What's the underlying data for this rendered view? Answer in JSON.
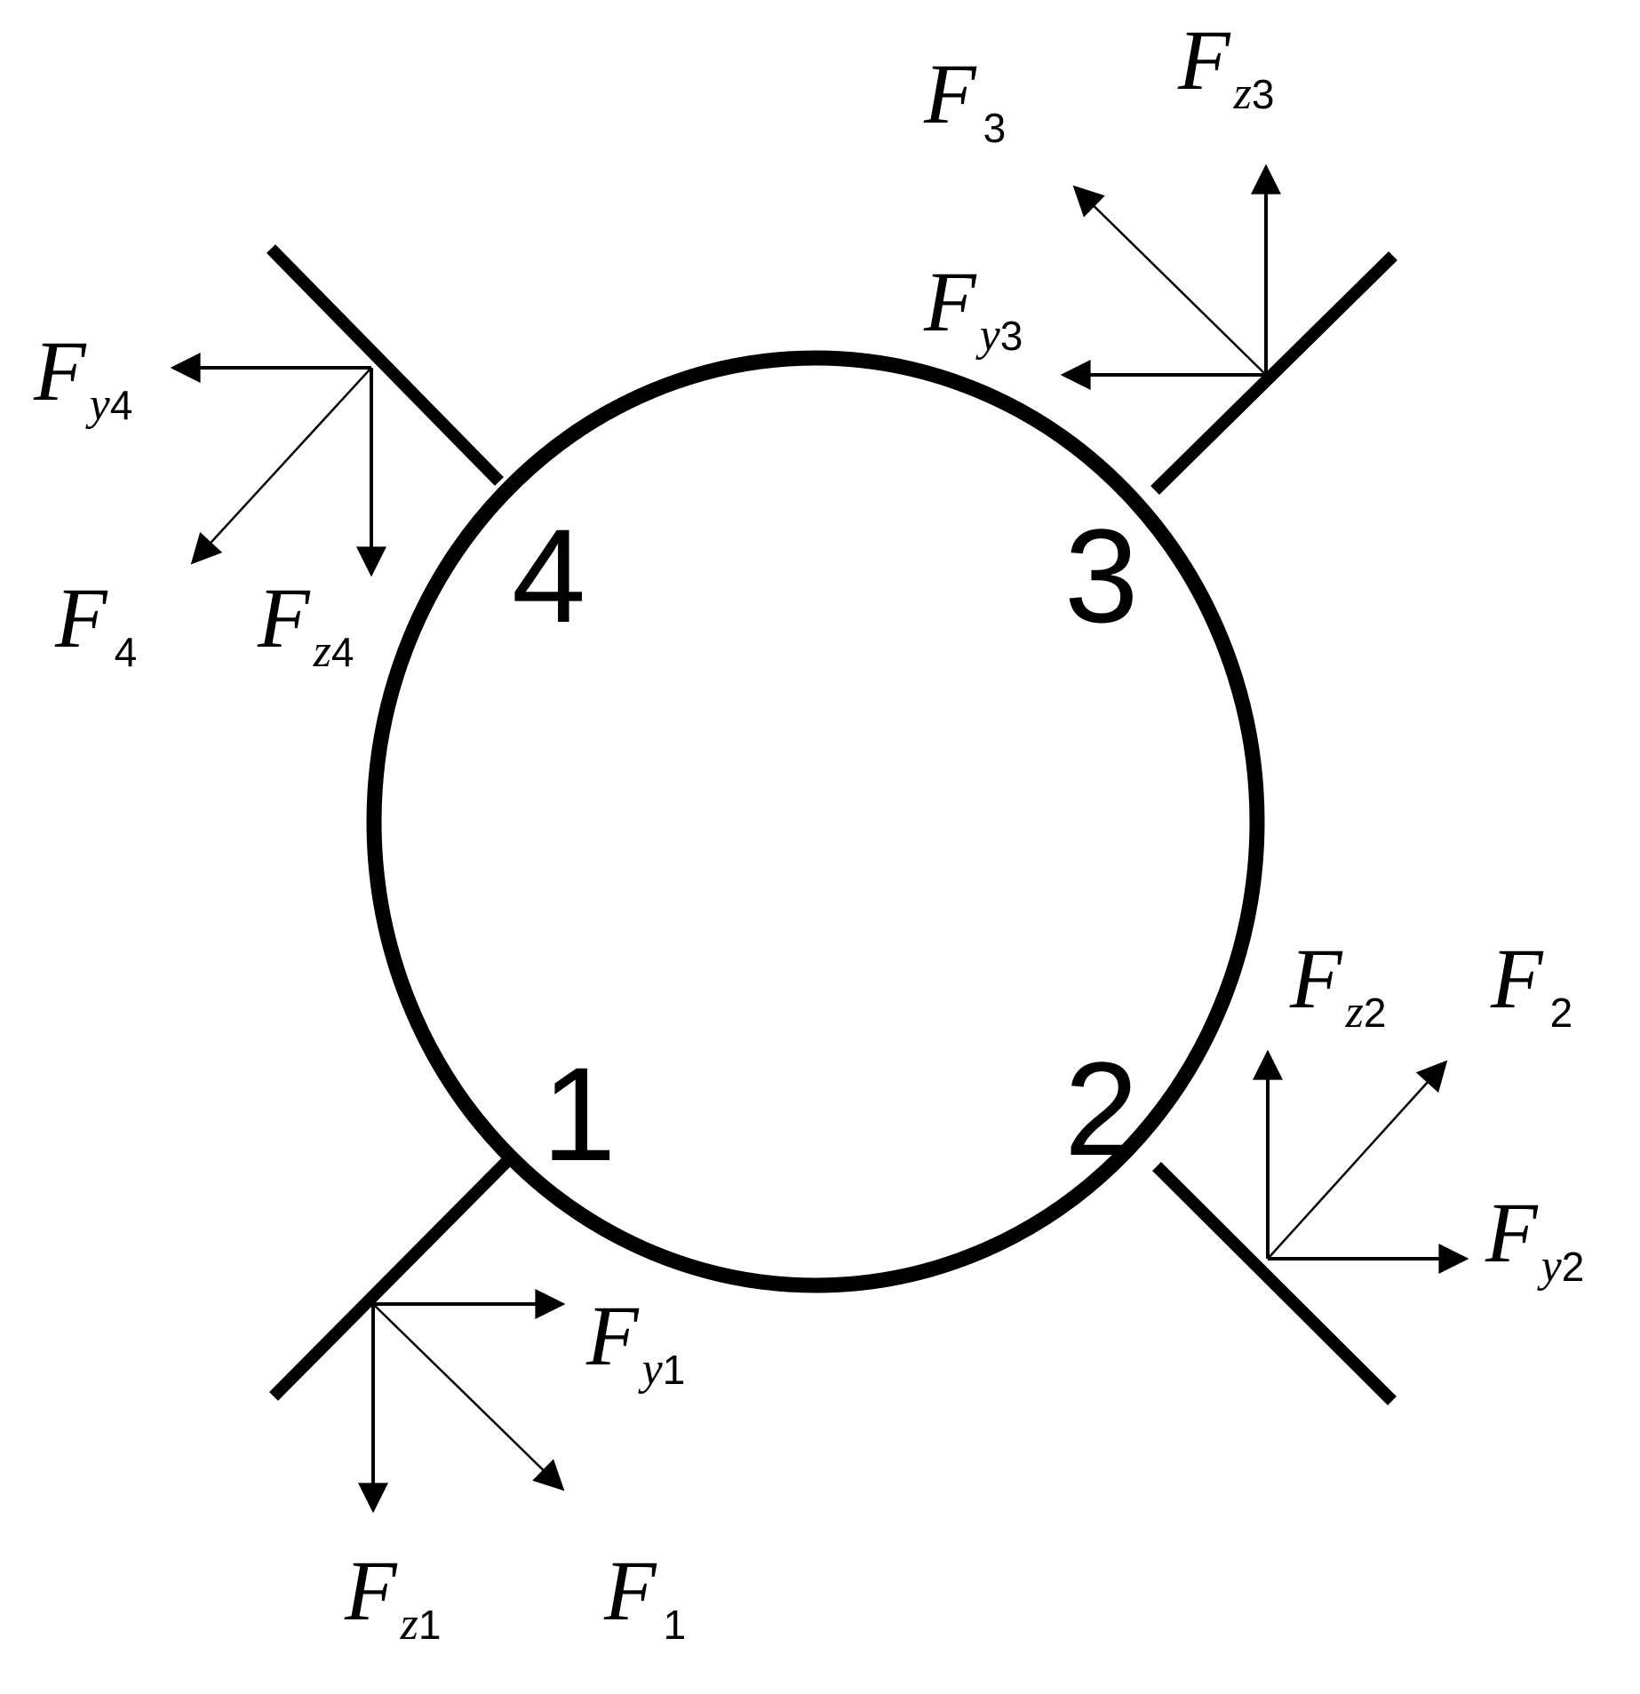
{
  "diagram": {
    "colors": {
      "ink": "#000000",
      "background": "#ffffff"
    },
    "points": [
      {
        "id": "1",
        "label": "1"
      },
      {
        "id": "2",
        "label": "2"
      },
      {
        "id": "3",
        "label": "3"
      },
      {
        "id": "4",
        "label": "4"
      }
    ],
    "forces": [
      {
        "id": "F1",
        "symbol": "F",
        "axis": "",
        "index": "1"
      },
      {
        "id": "Fy1",
        "symbol": "F",
        "axis": "y",
        "index": "1"
      },
      {
        "id": "Fz1",
        "symbol": "F",
        "axis": "z",
        "index": "1"
      },
      {
        "id": "F2",
        "symbol": "F",
        "axis": "",
        "index": "2"
      },
      {
        "id": "Fy2",
        "symbol": "F",
        "axis": "y",
        "index": "2"
      },
      {
        "id": "Fz2",
        "symbol": "F",
        "axis": "z",
        "index": "2"
      },
      {
        "id": "F3",
        "symbol": "F",
        "axis": "",
        "index": "3"
      },
      {
        "id": "Fy3",
        "symbol": "F",
        "axis": "y",
        "index": "3"
      },
      {
        "id": "Fz3",
        "symbol": "F",
        "axis": "z",
        "index": "3"
      },
      {
        "id": "F4",
        "symbol": "F",
        "axis": "",
        "index": "4"
      },
      {
        "id": "Fy4",
        "symbol": "F",
        "axis": "y",
        "index": "4"
      },
      {
        "id": "Fz4",
        "symbol": "F",
        "axis": "z",
        "index": "4"
      }
    ]
  }
}
